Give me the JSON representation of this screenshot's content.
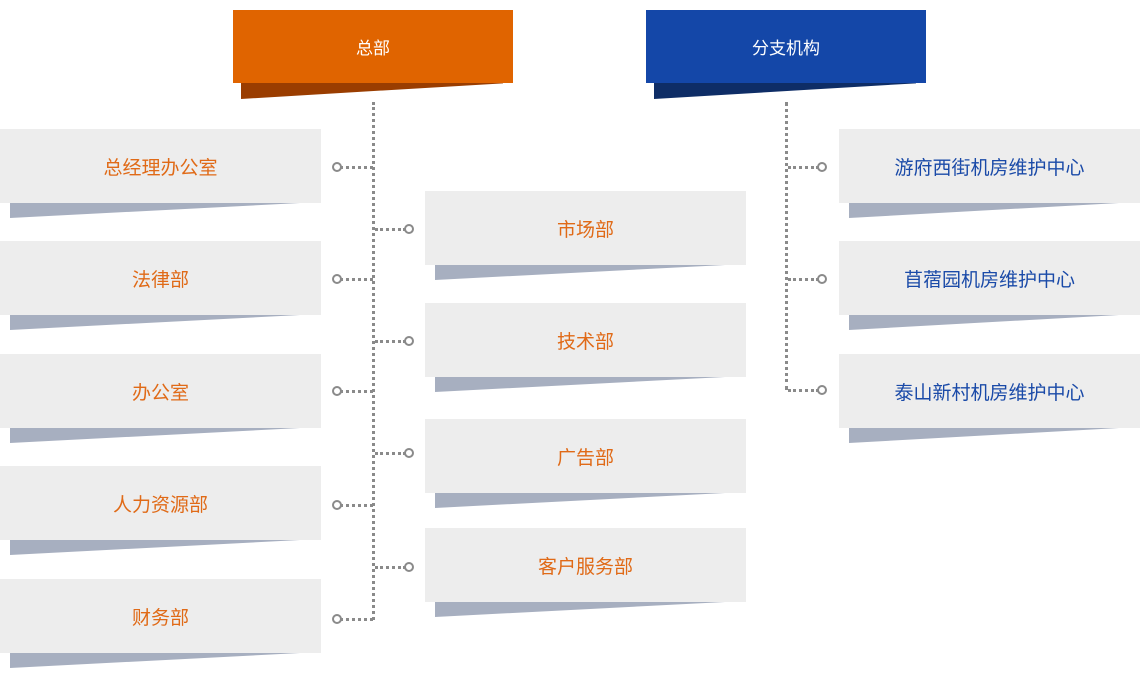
{
  "headquarters": {
    "title": "总部",
    "color": "#e06a17",
    "left_departments": [
      "总经理办公室",
      "法律部",
      "办公室",
      "人力资源部",
      "财务部"
    ],
    "right_departments": [
      "市场部",
      "技术部",
      "广告部",
      "客户服务部"
    ]
  },
  "branches": {
    "title": "分支机构",
    "color": "#1a4aa8",
    "items": [
      "游府西街机房维护中心",
      "苜蓿园机房维护中心",
      "泰山新村机房维护中心"
    ]
  }
}
